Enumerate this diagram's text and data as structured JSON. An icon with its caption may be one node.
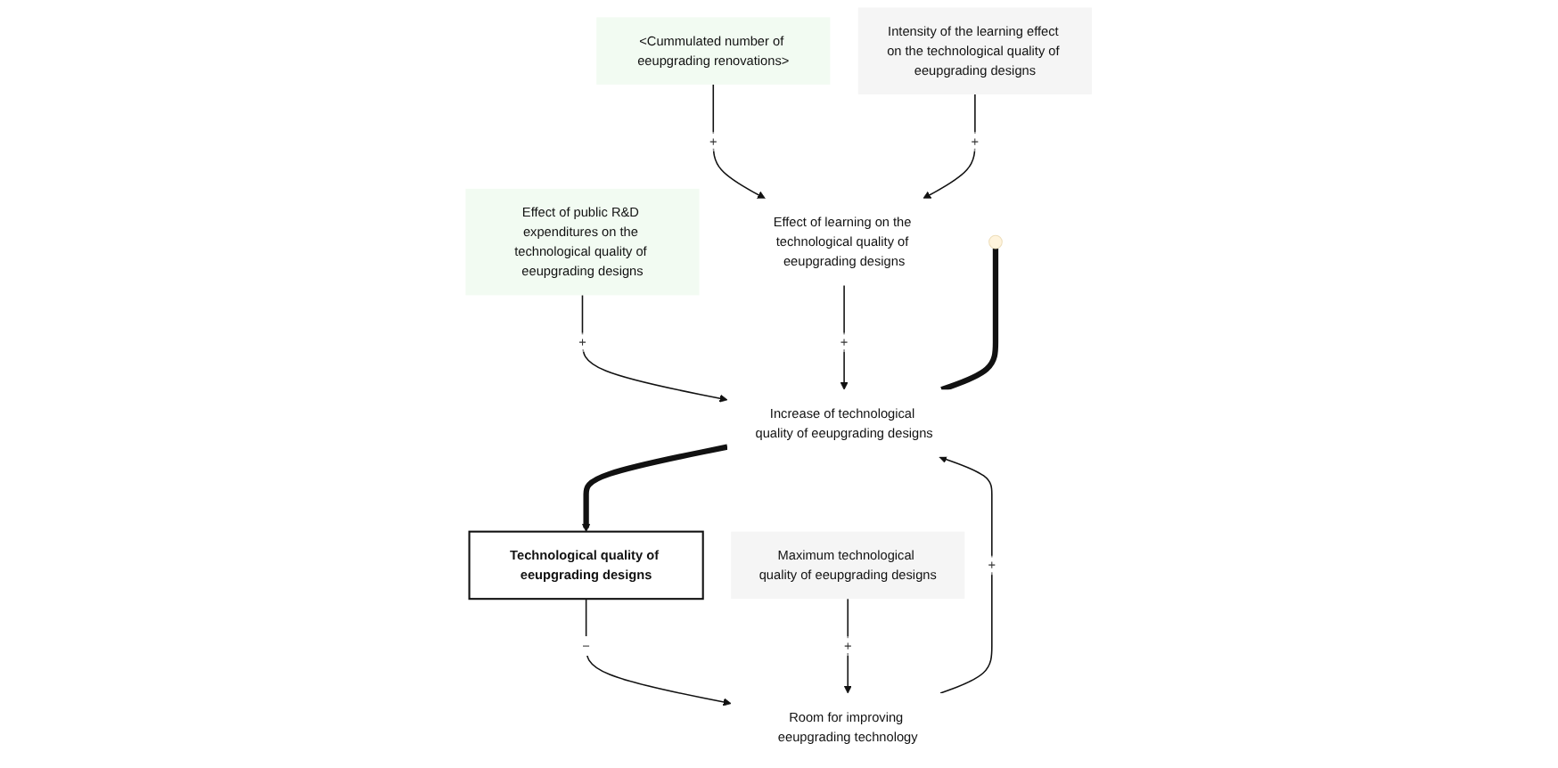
{
  "diagram": {
    "nodes": [
      {
        "text": [
          "<Cummulated number of eeupgrading renovations>"
        ]
      },
      {
        "text": [
          "Intensity of the learning effect on the technological quality of eeupgrading designs"
        ]
      },
      {
        "text": [
          "Effect of learning on the technological quality of eeupgrading designs"
        ]
      },
      {
        "text": [
          "Effect of public R&D expenditures on the technological quality of eeupgrading designs"
        ]
      },
      {
        "text": [
          "Room for improving eeupgrading technology"
        ]
      },
      {
        "text": [
          "Increase of technological quality of eeupgrading designs"
        ]
      },
      {
        "text": [
          "Technological quality of eeupgrading designs"
        ]
      },
      {
        "text": [
          "Maximum technological quality of eeupgrading designs"
        ]
      }
    ],
    "edges": [
      {
        "from": 0,
        "to": 2,
        "arrow": "to",
        "label": "+"
      },
      {
        "from": 1,
        "to": 2,
        "arrow": "to",
        "label": "+"
      },
      {
        "from": 3,
        "to": 5,
        "arrow": "to",
        "label": "+"
      },
      {
        "from": 2,
        "to": 5,
        "arrow": "to",
        "label": "+"
      },
      {
        "from": 4,
        "to": 5,
        "arrow": "to",
        "label": "+"
      },
      {
        "from": null,
        "to": 5,
        "arrow": "none",
        "style": "thick"
      },
      {
        "from": 5,
        "to": 6,
        "arrow": "to",
        "style": "thick"
      },
      {
        "from": 6,
        "to": 4,
        "arrow": "to",
        "label": "−"
      },
      {
        "from": 7,
        "to": 4,
        "arrow": "to",
        "label": "+"
      }
    ]
  }
}
